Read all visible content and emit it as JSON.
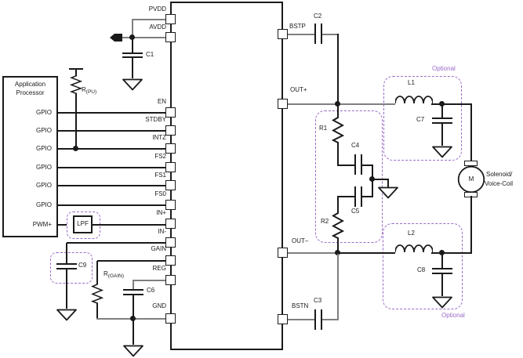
{
  "colors": {
    "wire_black": "#1a1a1a",
    "wire_gray": "#7f7f7f",
    "optional_purple": "#9b6bc9",
    "background": "#ffffff"
  },
  "processor": {
    "title_line1": "Application",
    "title_line2": "Processor",
    "gpio": [
      "GPIO",
      "GPIO",
      "GPIO",
      "GPIO",
      "GPIO",
      "GPIO"
    ],
    "pwm_label": "PWM+"
  },
  "ic": {
    "pins_left": [
      "PVDD",
      "AVDD",
      "EN",
      "STDBY",
      "INTZ",
      "FS2",
      "FS1",
      "FS0",
      "IN+",
      "IN-",
      "GAIN",
      "REG",
      "GND"
    ],
    "pins_right": [
      "BSTP",
      "OUT+",
      "OUT–",
      "BSTN"
    ]
  },
  "components": {
    "c1": "C1",
    "c2": "C2",
    "c3": "C3",
    "c4": "C4",
    "c5": "C5",
    "c6": "C6",
    "c7": "C7",
    "c8": "C8",
    "c9": "C9",
    "r1": "R1",
    "r2": "R2",
    "l1": "L1",
    "l2": "L2",
    "lpf": "LPF",
    "rpu": {
      "main": "R",
      "sub": "(PU)"
    },
    "rgain": {
      "main": "R",
      "sub": "(GAIN)"
    }
  },
  "load": {
    "motor_letter": "M",
    "label_line1": "Solenoid/",
    "label_line2": "Voice-Coil"
  },
  "annotations": {
    "optional_top": "Optional",
    "optional_bottom": "Optional"
  }
}
